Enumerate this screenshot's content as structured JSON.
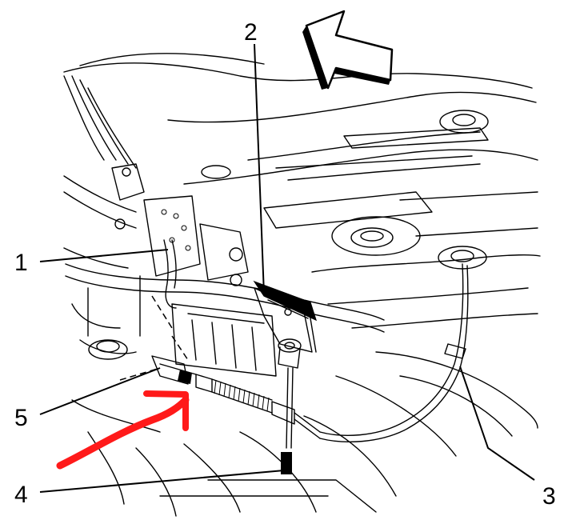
{
  "callouts": [
    {
      "id": "1",
      "label": "1"
    },
    {
      "id": "2",
      "label": "2"
    },
    {
      "id": "3",
      "label": "3"
    },
    {
      "id": "4",
      "label": "4"
    },
    {
      "id": "5",
      "label": "5"
    }
  ],
  "colors": {
    "line": "#000000",
    "background": "#ffffff",
    "annotation_arrow": "#ff1a1a"
  },
  "icons": {
    "direction_arrow": "front-direction-arrow-icon",
    "annotation_arrow": "red-hand-drawn-arrow-icon"
  }
}
